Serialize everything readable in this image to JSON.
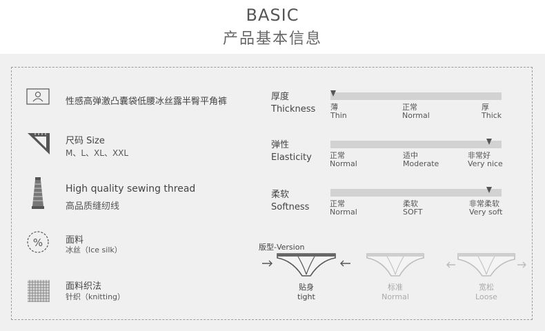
{
  "header": {
    "title_en": "BASIC",
    "title_zh": "产品基本信息"
  },
  "left": {
    "product": {
      "icon": "person-icon",
      "name": "性感高弹激凸囊袋低腰冰丝露半臀平角裤"
    },
    "size": {
      "icon": "ruler-triangle-icon",
      "label": "尺码 Size",
      "values": "M、L、XL、XXL"
    },
    "thread": {
      "icon": "thread-spool-icon",
      "label_en": "High quality sewing thread",
      "label_zh": "高品质缝纫线"
    },
    "fabric": {
      "icon": "percent-icon",
      "label": "面料",
      "value": "冰丝（Ice silk）"
    },
    "knit": {
      "icon": "knit-grid-icon",
      "label": "面料织法",
      "value": "针织（knitting）"
    }
  },
  "properties": [
    {
      "zh": "厚度",
      "en": "Thickness",
      "level": 0.0,
      "ticks": [
        {
          "zh": "薄",
          "en": "Thin"
        },
        {
          "zh": "正常",
          "en": "Normal"
        },
        {
          "zh": "厚",
          "en": "Thick"
        }
      ]
    },
    {
      "zh": "弹性",
      "en": "Elasticity",
      "level": 0.94,
      "ticks": [
        {
          "zh": "正常",
          "en": "Normal"
        },
        {
          "zh": "适中",
          "en": "Moderate"
        },
        {
          "zh": "非常好",
          "en": "Very nice"
        }
      ]
    },
    {
      "zh": "柔软",
      "en": "Softness",
      "level": 0.94,
      "ticks": [
        {
          "zh": "正常",
          "en": "Normal"
        },
        {
          "zh": "柔软",
          "en": "SOFT"
        },
        {
          "zh": "非常柔软",
          "en": "Very soft"
        }
      ]
    }
  ],
  "version": {
    "label": "版型-Version",
    "options": [
      {
        "zh": "贴身",
        "en": "tight",
        "selected": true,
        "icon": "briefs-icon"
      },
      {
        "zh": "标准",
        "en": "Normal",
        "selected": false,
        "icon": "briefs-icon"
      },
      {
        "zh": "宽松",
        "en": "Loose",
        "selected": false,
        "icon": "briefs-icon"
      }
    ]
  },
  "colors": {
    "accent": "#555555",
    "muted": "#b5b5b5",
    "panel": "#f0f0f0",
    "bar": "#d2d2d2"
  }
}
